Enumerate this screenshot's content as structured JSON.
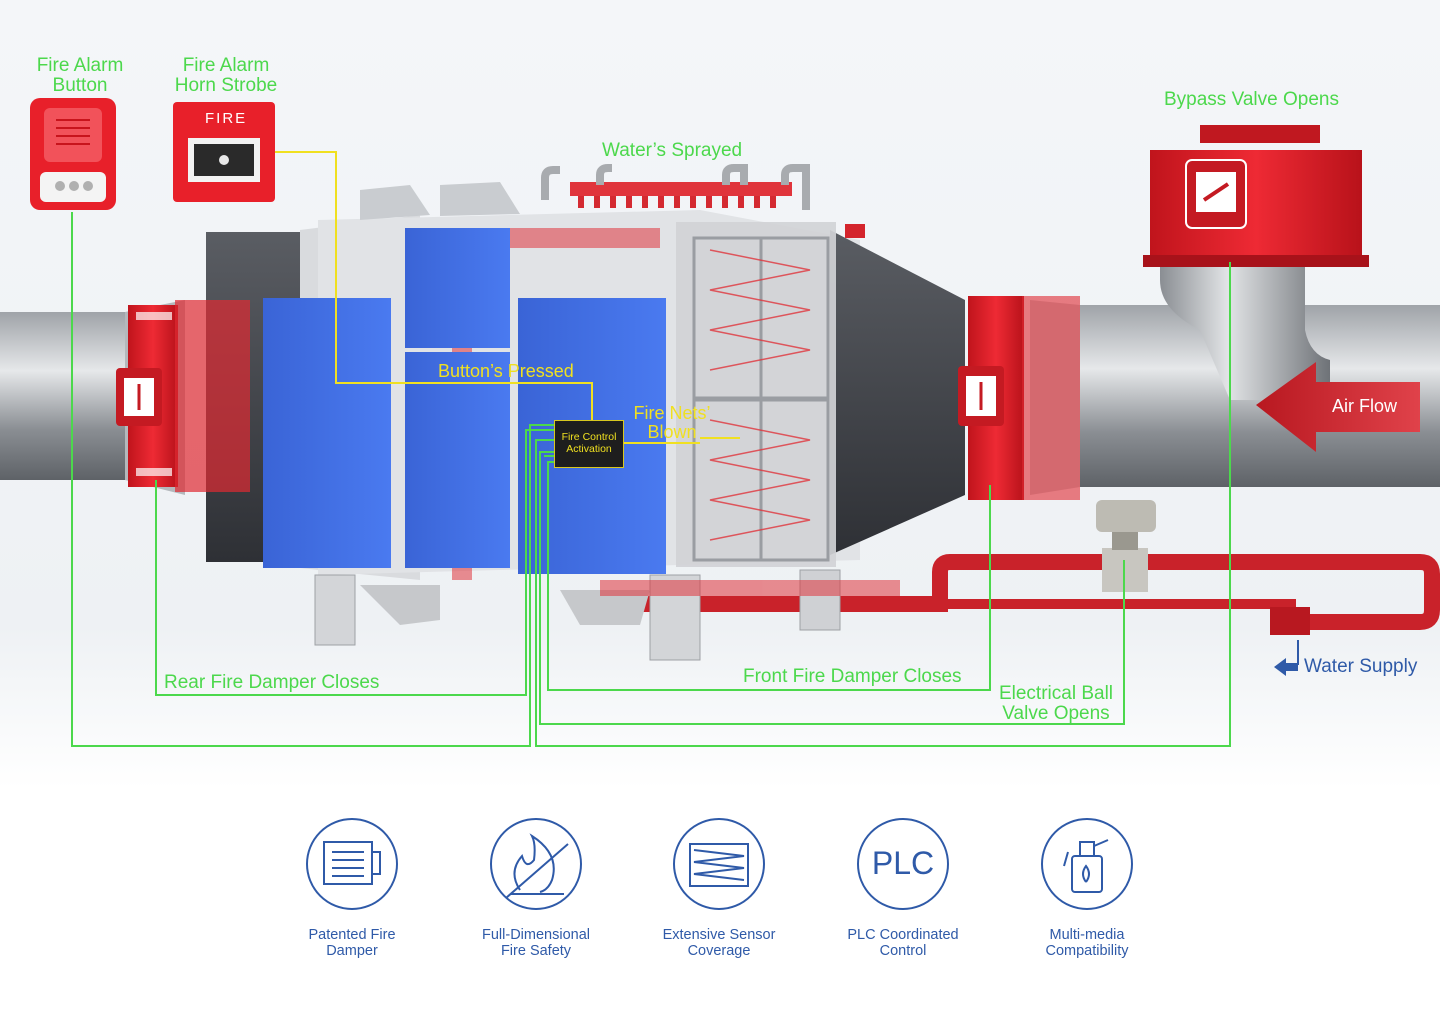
{
  "labels": {
    "fire_alarm_button": [
      "Fire Alarm",
      "Button"
    ],
    "horn_strobe": [
      "Fire Alarm",
      "Horn Strobe"
    ],
    "horn_panel_text": "FIRE",
    "water_sprayed": "Water’s Sprayed",
    "bypass_valve": "Bypass Valve Opens",
    "button_pressed": "Button’s Pressed",
    "fire_nets": [
      "Fire Nets’",
      "Blown"
    ],
    "fire_control": [
      "Fire Control",
      "Activation"
    ],
    "air_flow": "Air Flow",
    "water_supply": "Water Supply",
    "rear_damper": "Rear Fire Damper Closes",
    "front_damper": "Front Fire Damper Closes",
    "ball_valve": [
      "Electrical Ball",
      "Valve Opens"
    ]
  },
  "features": [
    {
      "icon": "damper-icon",
      "caption": [
        "Patented Fire",
        "Damper"
      ]
    },
    {
      "icon": "no-fire-icon",
      "caption": [
        "Full-Dimensional",
        "Fire Safety"
      ]
    },
    {
      "icon": "sensor-grid-icon",
      "caption": [
        "Extensive Sensor",
        "Coverage"
      ]
    },
    {
      "icon": "plc-icon",
      "text": "PLC",
      "caption": [
        "PLC Coordinated",
        "Control"
      ]
    },
    {
      "icon": "extinguisher-icon",
      "caption": [
        "Multi-media",
        "Compatibility"
      ]
    }
  ],
  "colors": {
    "signal_line": "#4cd84c",
    "alert_text": "#f0e020",
    "feature_blue": "#2f5aa8",
    "fire_red": "#e8202a",
    "unit_blue": "#3f6fe0"
  }
}
